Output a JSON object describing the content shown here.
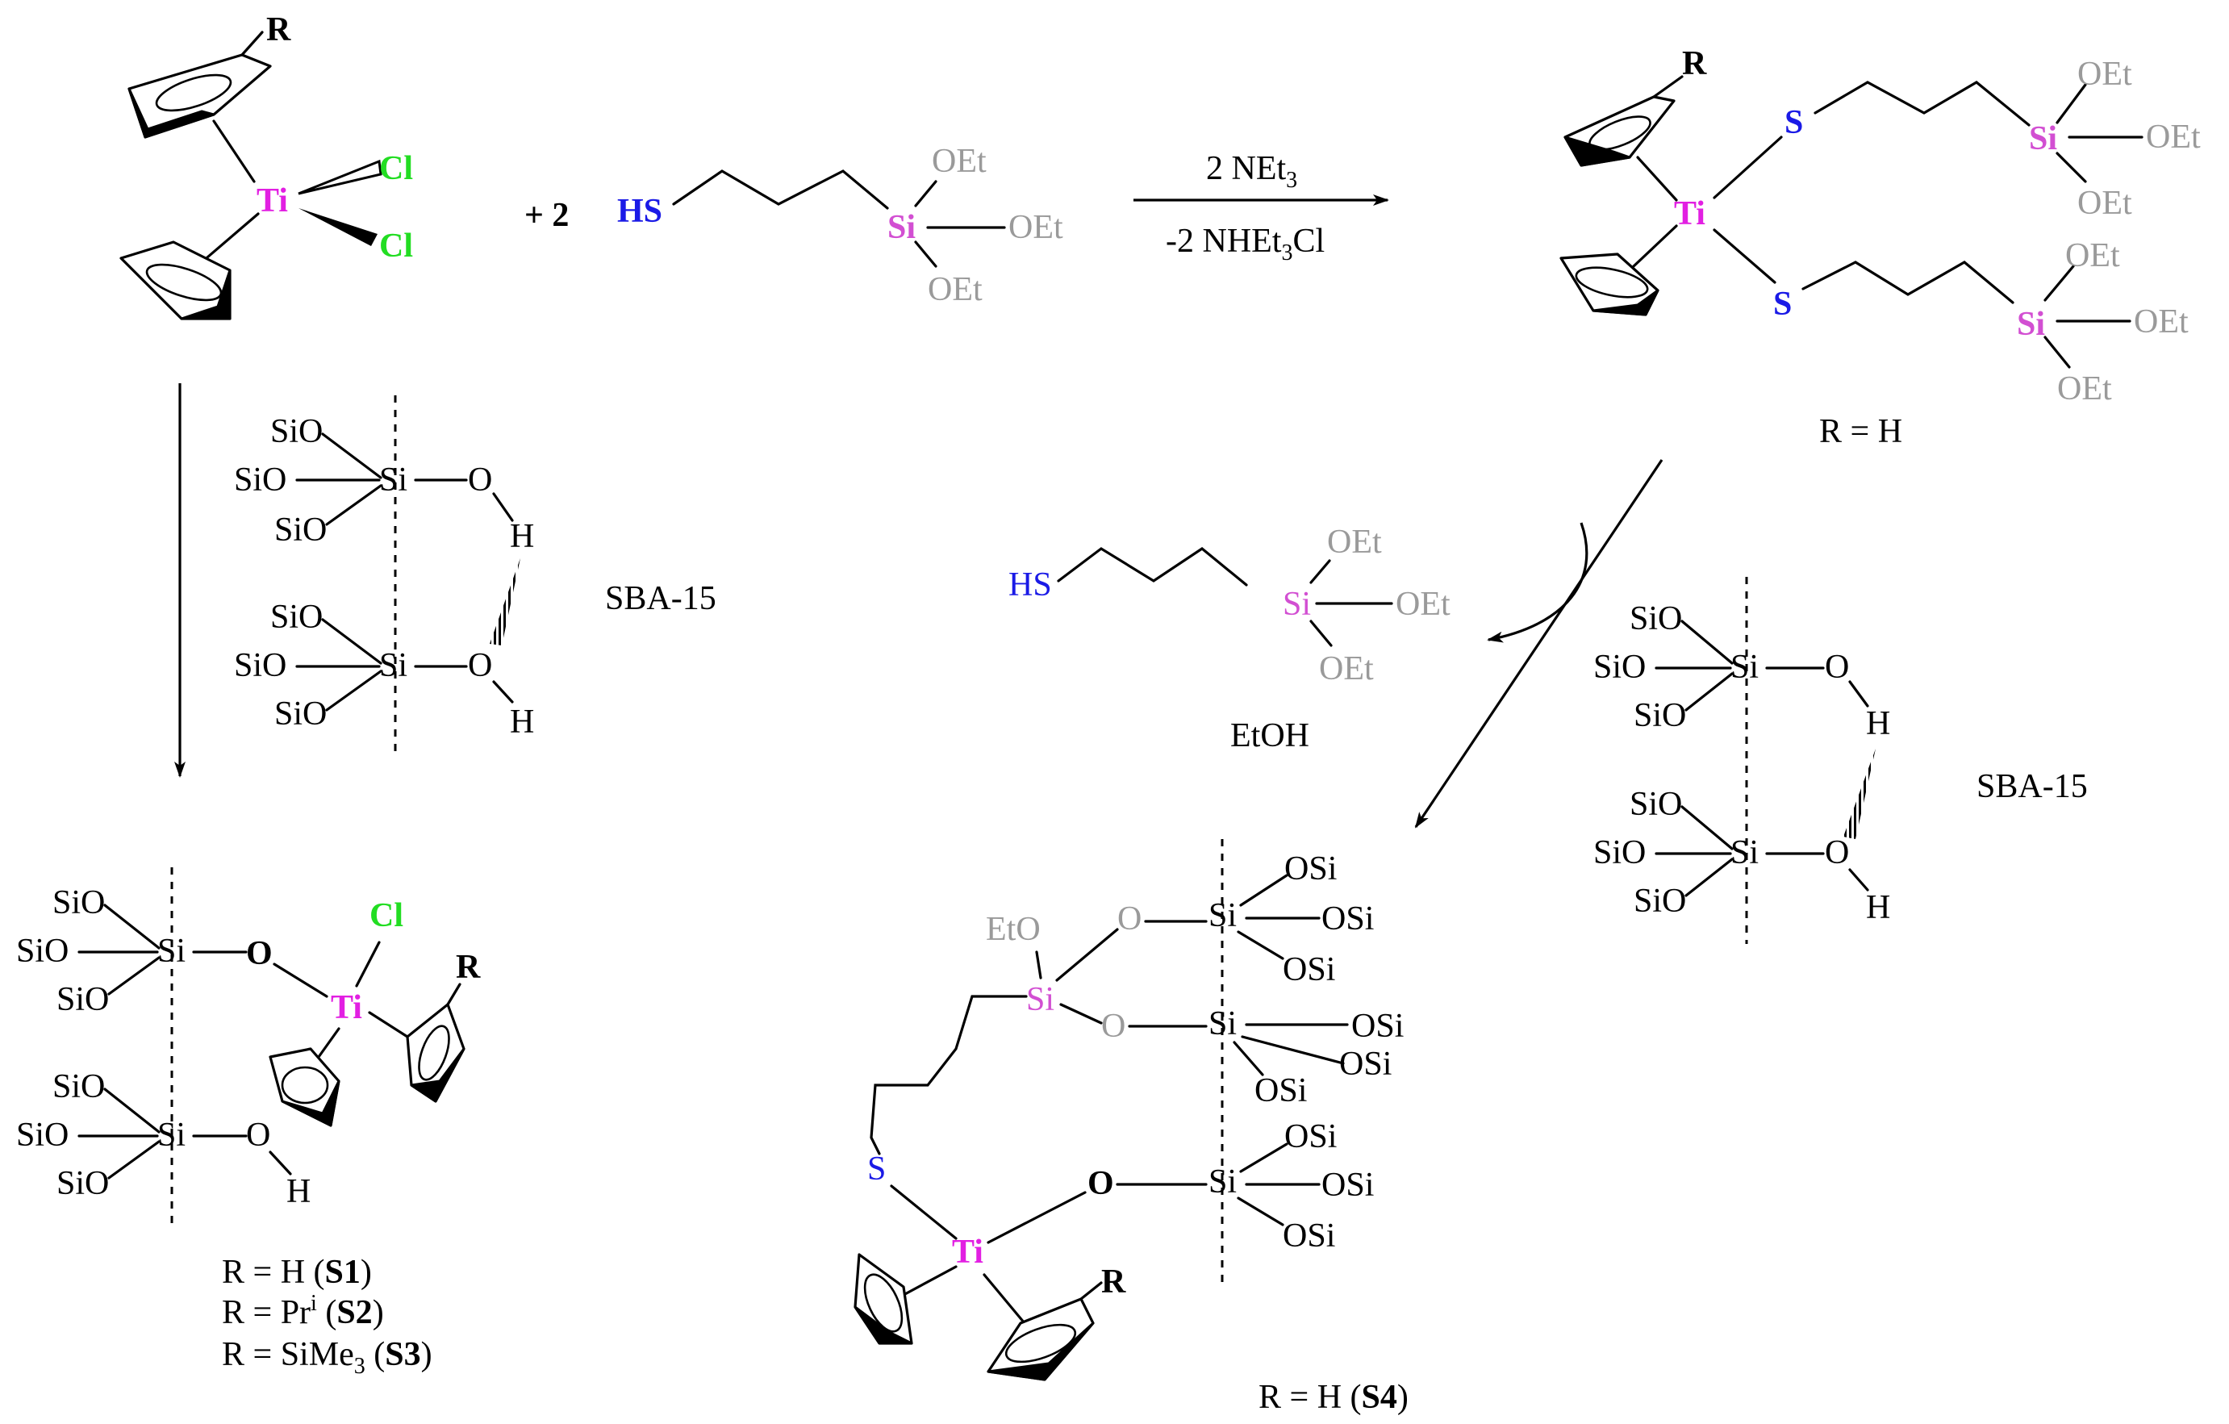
{
  "colors": {
    "titanium": "#e21fe2",
    "chlorine": "#22dd22",
    "sulfur": "#1a1ae6",
    "silicon_linker": "#d24fd2",
    "ethoxy": "#9a9a9a",
    "black": "#000000"
  },
  "atoms": {
    "ti": "Ti",
    "cl": "Cl",
    "si": "Si",
    "s": "S",
    "hs": "HS",
    "o": "O",
    "h": "H",
    "r": "R",
    "oet": "OEt",
    "eto": "EtO",
    "sio": "SiO",
    "osi": "OSi"
  },
  "reagents": {
    "plus_two": "+ 2",
    "arrow_top": {
      "main": "2 NEt",
      "sub": "3"
    },
    "arrow_bottom": {
      "main": "-2 NHEt",
      "sub": "3",
      "tail": "Cl"
    }
  },
  "labels": {
    "sba15": "SBA-15",
    "byproduct": "EtOH",
    "r_equals_h": "R = H",
    "s1": {
      "prefix": "R = H (",
      "code": "S1",
      "suffix": ")"
    },
    "s2": {
      "prefix": "R = Pr",
      "sup": "i",
      "mid": " (",
      "code": "S2",
      "suffix": ")"
    },
    "s3": {
      "prefix": "R = SiMe",
      "sub": "3",
      "mid": " (",
      "code": "S3",
      "suffix": ")"
    },
    "s4": {
      "prefix": "R = H (",
      "code": "S4",
      "suffix": ")"
    }
  }
}
